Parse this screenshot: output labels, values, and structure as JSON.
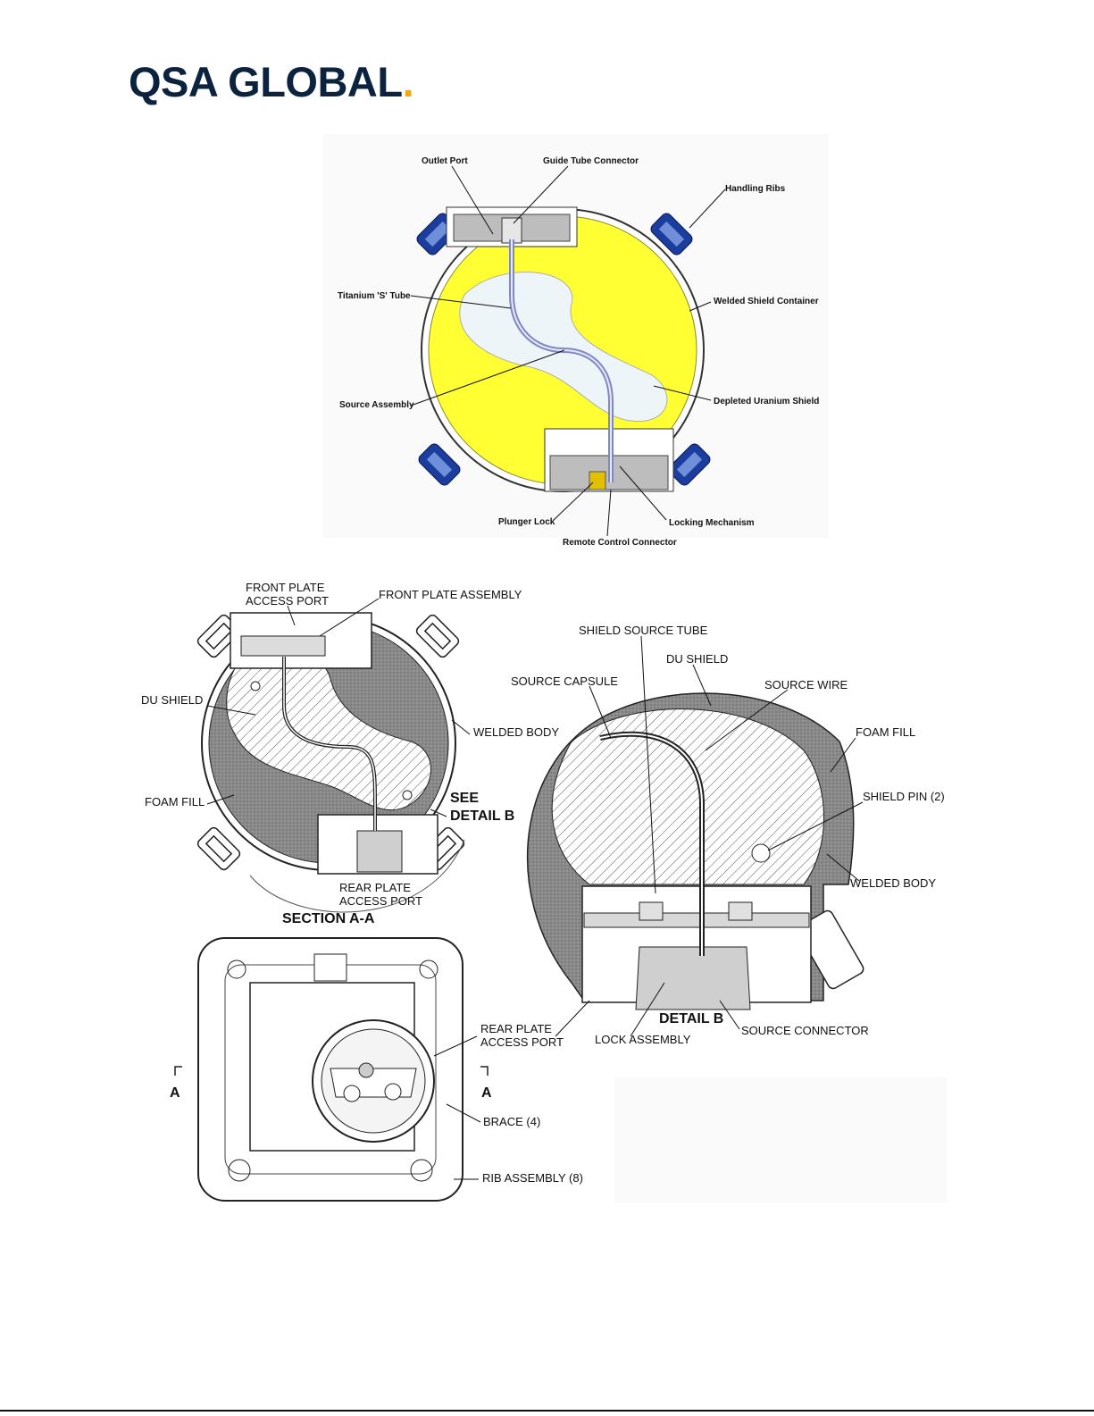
{
  "header": {
    "logo_text": "QSA GLOBAL",
    "logo_dot": ".",
    "brand_color": "#0c2340",
    "accent_color": "#f2a900"
  },
  "figure1": {
    "labels": {
      "outlet_port": "Outlet Port",
      "guide_tube_connector": "Guide Tube Connector",
      "handling_ribs": "Handling Ribs",
      "titanium_s_tube": "Titanium 'S' Tube",
      "welded_shield_container": "Welded Shield Container",
      "source_assembly": "Source Assembly",
      "depleted_uranium_shield": "Depleted Uranium Shield",
      "plunger_lock": "Plunger Lock",
      "locking_mechanism": "Locking Mechanism",
      "remote_control_connector": "Remote Control Connector"
    },
    "colors": {
      "shield": "#ffff33",
      "ribs": "#1a3d9e",
      "void": "#eef5f8"
    }
  },
  "figure2": {
    "labels": {
      "front_plate_access_port_1": "FRONT PLATE",
      "front_plate_access_port_2": "ACCESS PORT",
      "front_plate_assembly": "FRONT PLATE ASSEMBLY",
      "du_shield_left": "DU SHIELD",
      "welded_body_left": "WELDED BODY",
      "foam_fill_left": "FOAM FILL",
      "see_detail_1": "SEE",
      "see_detail_2": "DETAIL B",
      "rear_plate_1": "REAR PLATE",
      "rear_plate_2": "ACCESS PORT",
      "section_aa": "SECTION A-A",
      "shield_source_tube": "SHIELD SOURCE TUBE",
      "du_shield_right": "DU SHIELD",
      "source_capsule": "SOURCE CAPSULE",
      "source_wire": "SOURCE WIRE",
      "foam_fill_right": "FOAM FILL",
      "shield_pin": "SHIELD PIN (2)",
      "welded_body_right": "WELDED BODY",
      "detail_b": "DETAIL B",
      "lock_assembly": "LOCK ASSEMBLY",
      "source_connector": "SOURCE CONNECTOR",
      "rear_plate_bottom_1": "REAR PLATE",
      "rear_plate_bottom_2": "ACCESS PORT",
      "section_marker_left": "A",
      "section_marker_right": "A",
      "brace": "BRACE (4)",
      "rib_assembly": "RIB ASSEMBLY (8)"
    }
  }
}
